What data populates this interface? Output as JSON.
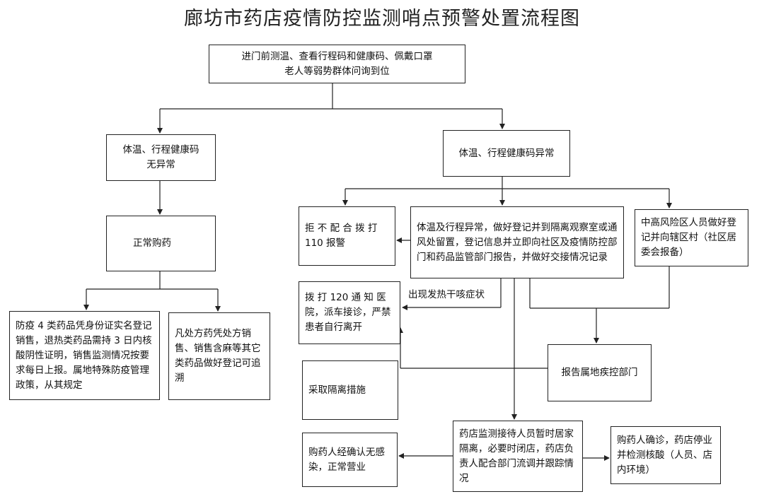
{
  "title": "廊坊市药店疫情防控监测哨点预警处置流程图",
  "nodes": {
    "entry": [
      "进门前测温、查看行程码和健康码、佩戴口罩",
      "老人等弱势群体问询到位"
    ],
    "normal_check": [
      "体温、行程健康码",
      "无异常"
    ],
    "abnormal_check": "体温、行程健康码异常",
    "normal_purchase": "正常购药",
    "epidemic_drugs": "防疫 4 类药品凭身份证实名登记销售，退热类药品需持 3 日内核酸阴性证明，销售监测情况按要求每日上报。属地特殊防疫管理政策，从其规定",
    "prescription_drugs": "凡处方药凭处方销售、销售含麻等其它类药品做好登记可追溯",
    "refuse_call_police": "拒 不 配 合 拨 打 110 报警",
    "register_isolate": "体温及行程异常，做好登记并到隔离观察室或通风处留置，登记信息并立即向社区及疫情防控部门和药品监管部门报告，并做好交接情况记录",
    "high_risk_area": "中高风险区人员做好登记并向辖区村（社区居委会报备）",
    "call_120": "拨 打 120 通 知 医 院，派车接诊，严禁患者自行离开",
    "fever_label": "出现发热干咳症状",
    "report_cdc": "报告属地疾控部门",
    "isolation_measures": "采取隔离措施",
    "staff_quarantine": "药店监测接待人员暂时居家隔离，必要时闭店，药店负责人配合部门流调并跟踪情况",
    "confirmed_no_infection": "购药人经确认无感染，正常营业",
    "buyer_confirmed": "购药人确诊，药店停业并检测核酸（人员、店内环境）"
  }
}
